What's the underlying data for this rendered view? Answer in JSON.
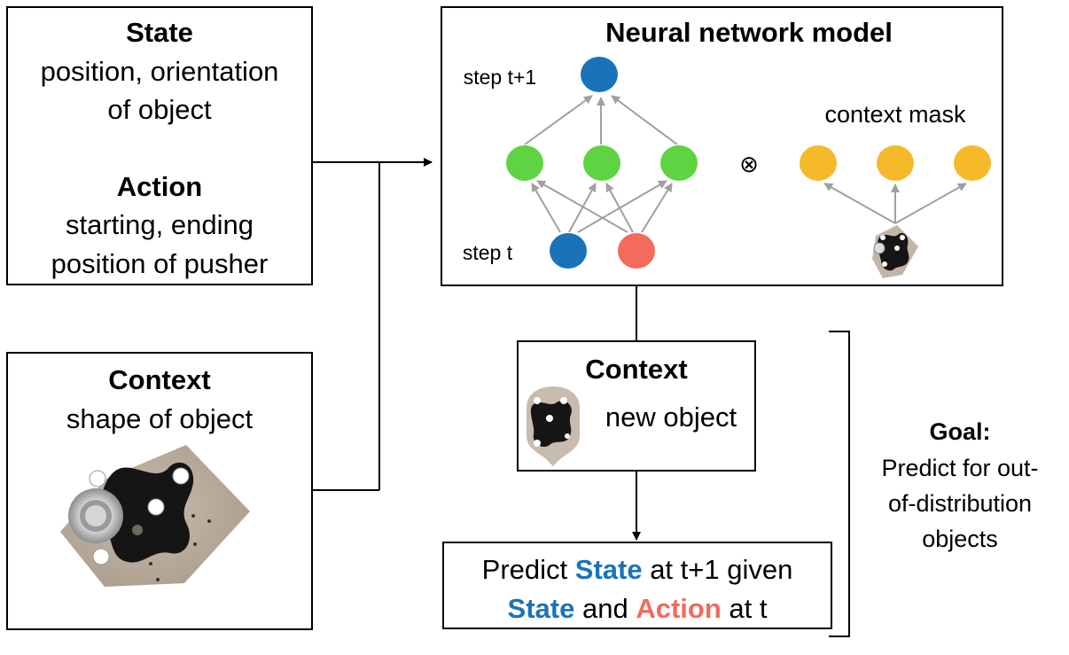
{
  "colors": {
    "state": "#1a73b9",
    "action": "#f26b5b",
    "context": "#f5b929",
    "hidden": "#5ed442",
    "arrow": "#a0a0a0",
    "line": "#000000"
  },
  "state_box": {
    "title": "State",
    "line1": "position, orientation",
    "line2": "of object",
    "action_title": "Action",
    "action_line1": "starting, ending",
    "action_line2": "position of pusher"
  },
  "context_box": {
    "title": "Context",
    "line1": "shape of object",
    "image_icon": "object-photo"
  },
  "model_box": {
    "title": "Neural network model",
    "step_next": "step t+1",
    "step_now": "step t",
    "mask_label": "context mask",
    "operator": "⊗"
  },
  "new_context_box": {
    "title": "Context",
    "label": "new object",
    "image_icon": "object-photo"
  },
  "predict_box": {
    "word1": "Predict ",
    "state1": "State",
    "word2": " at t+1 given",
    "state2": "State",
    "word3": " and ",
    "action": "Action",
    "word4": " at t"
  },
  "goal": {
    "title": "Goal:",
    "line1": "Predict for out-",
    "line2": "of-distribution",
    "line3": "objects"
  }
}
